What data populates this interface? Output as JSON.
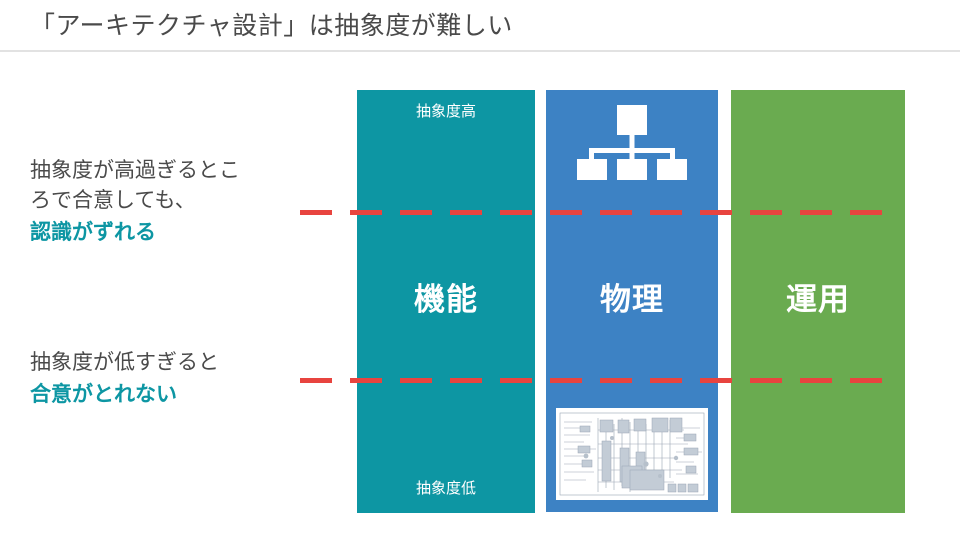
{
  "slide": {
    "title": "「アーキテクチャ設計」は抽象度が難しい"
  },
  "colors": {
    "functional": "#0d96a3",
    "physical": "#3d82c4",
    "operational": "#6aab50",
    "dashed_line": "#e8443f",
    "body_text": "#4a4a4a",
    "emphasis_text": "#0d96a3",
    "title_rule": "#e2e2e2"
  },
  "columns": [
    {
      "id": "functional",
      "label": "機能",
      "top_label": "抽象度高",
      "bottom_label": "抽象度低",
      "color": "#0d96a3"
    },
    {
      "id": "physical",
      "label": "物理",
      "top_label": "",
      "bottom_label": "",
      "color": "#3d82c4",
      "icon": "hierarchy-icon",
      "thumbnail": "wiring-diagram-thumbnail"
    },
    {
      "id": "operational",
      "label": "運用",
      "top_label": "",
      "bottom_label": "",
      "color": "#6aab50"
    }
  ],
  "notes": {
    "upper": {
      "line1": "抽象度が高過ぎるとこ",
      "line2": "ろで合意しても、",
      "emphasis": "認識がずれる"
    },
    "lower": {
      "line1": "抽象度が低すぎると",
      "emphasis": "合意がとれない"
    }
  }
}
